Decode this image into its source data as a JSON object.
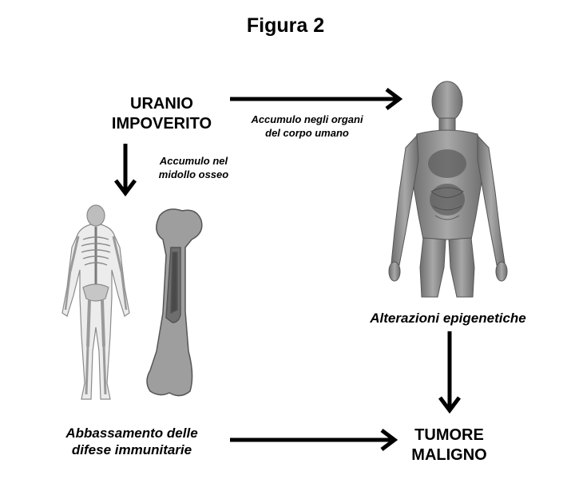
{
  "figure": {
    "title": "Figura 2"
  },
  "nodes": {
    "uranio_line1": "URANIO",
    "uranio_line2": "IMPOVERITO",
    "accumulo_organi_line1": "Accumulo negli organi",
    "accumulo_organi_line2": "del corpo umano",
    "accumulo_midollo_line1": "Accumulo nel",
    "accumulo_midollo_line2": "midollo osseo",
    "alterazioni": "Alterazioni epigenetiche",
    "abbassamento_line1": "Abbassamento delle",
    "abbassamento_line2": "difese immunitarie",
    "tumore_line1": "TUMORE",
    "tumore_line2": "MALIGNO"
  },
  "icons": {
    "human_body": "human-anatomy-illustration",
    "skeleton": "skeleton-illustration",
    "bone": "femur-bone-marrow-illustration"
  },
  "colors": {
    "arrow": "#000000",
    "figure_gray": "#8a8a8a"
  }
}
